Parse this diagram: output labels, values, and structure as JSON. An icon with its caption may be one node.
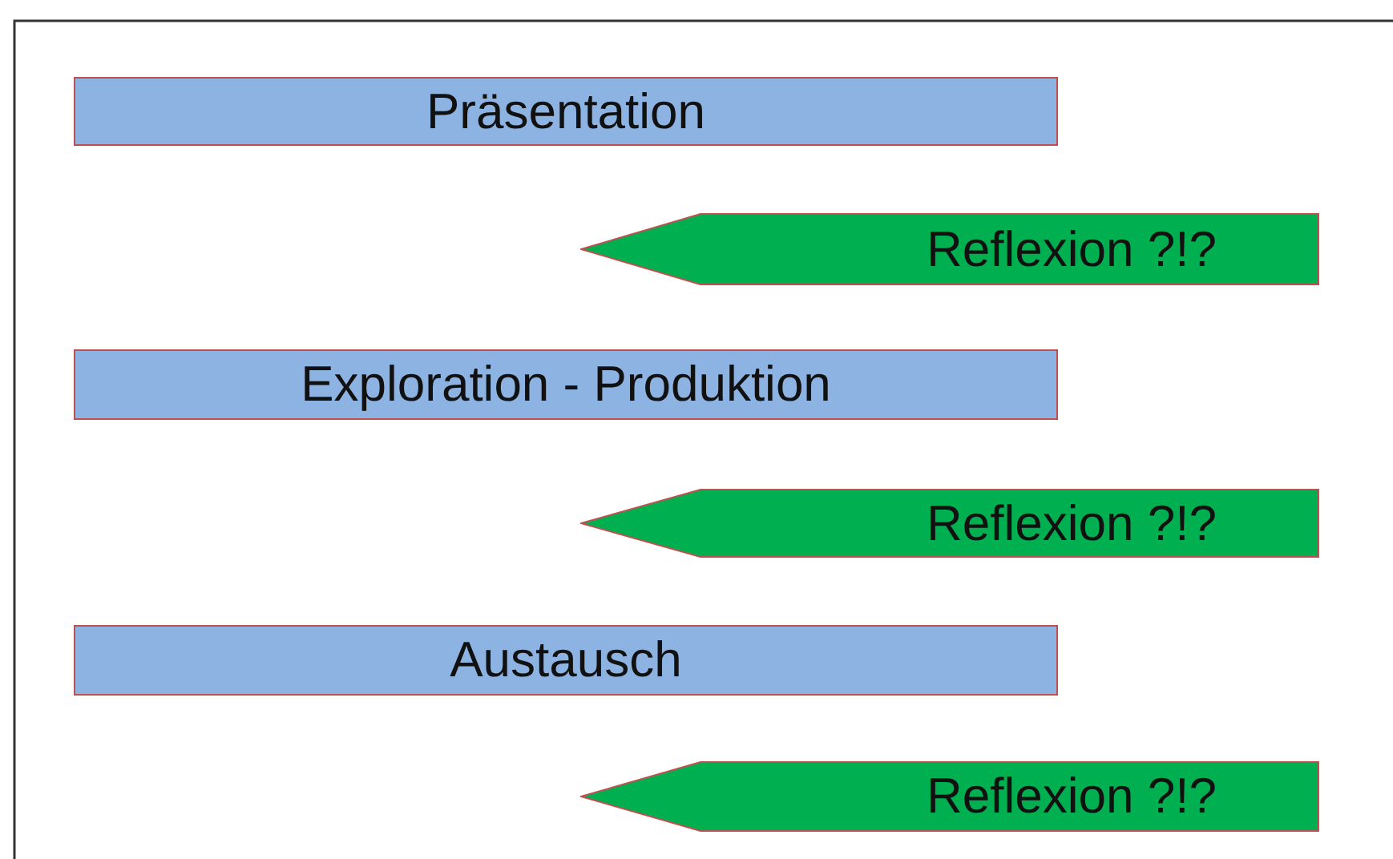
{
  "diagram": {
    "nodes": [
      {
        "text": [
          "Präsentation"
        ]
      },
      {
        "text": [
          "Reflexion ?!?"
        ]
      },
      {
        "text": [
          "Exploration - Produktion"
        ]
      },
      {
        "text": [
          "Reflexion ?!?"
        ]
      },
      {
        "text": [
          "Austausch"
        ]
      },
      {
        "text": [
          "Reflexion ?!?"
        ]
      }
    ],
    "edges": []
  }
}
